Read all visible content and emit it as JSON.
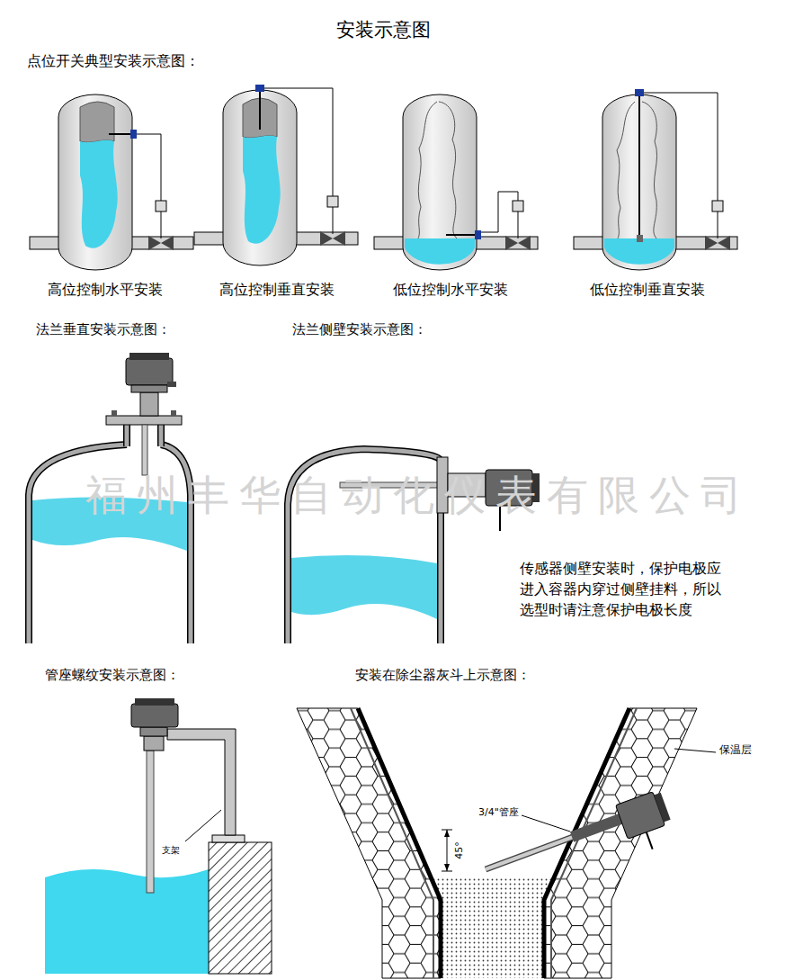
{
  "diagram": {
    "title": "安装示意图",
    "labels": [
      "点位开关典型安装示意图：",
      "高位控制水平安装",
      "高位控制垂直安装",
      "低位控制水平安装",
      "低位控制垂直安装",
      "法兰垂直安装示意图：",
      "法兰侧壁安装示意图：",
      "福州丰华自动化仪表有限公司",
      "传感器侧壁安装时，保护电极应进入容器内穿过侧壁挂料，所以选型时请注意保护电极长度",
      "管座螺纹安装示意图：",
      "安装在除尘器灰斗上示意图：",
      "保温层",
      "3/4\"管座",
      "45°",
      "支架"
    ]
  }
}
